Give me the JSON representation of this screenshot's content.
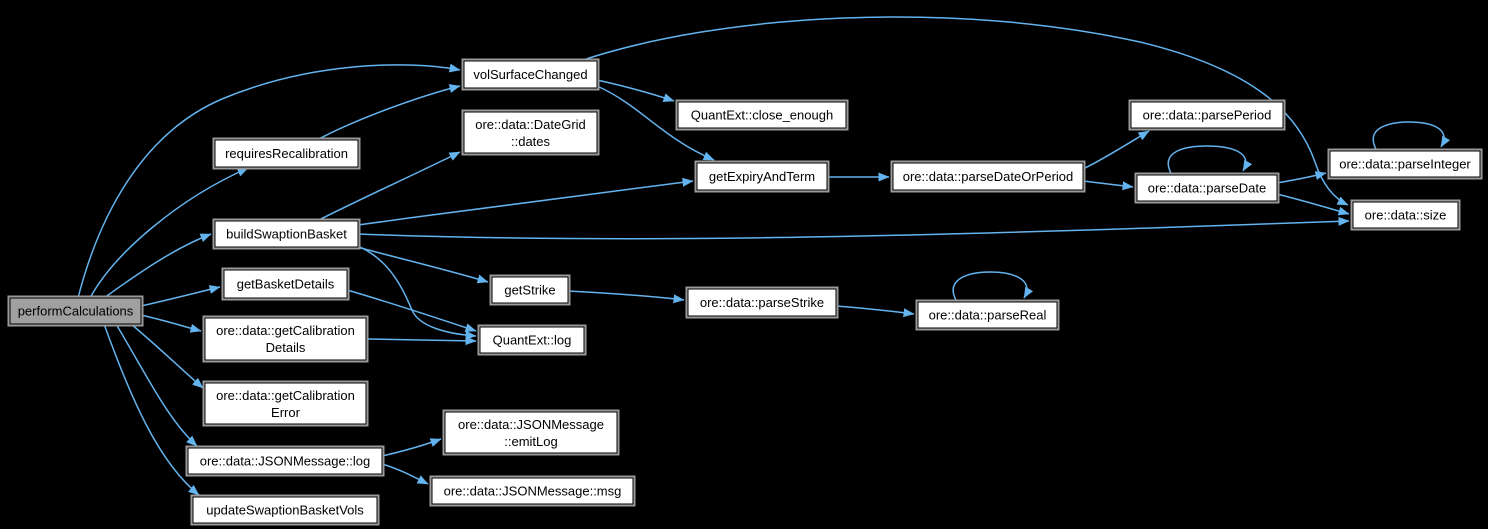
{
  "diagram": {
    "type": "doxygen-call-graph",
    "background": "#000000",
    "edge_color": "#63b3ee",
    "node_fill": "#ffffff",
    "node_border": "#000000",
    "node_shadow": "#9a9a9a",
    "highlight_fill": "#a0a0a0",
    "text_color": "#000000"
  },
  "nodes": {
    "performCalculations": {
      "lines": [
        "performCalculations"
      ],
      "highlighted": true
    },
    "requiresRecalibration": {
      "lines": [
        "requiresRecalibration"
      ]
    },
    "volSurfaceChanged": {
      "lines": [
        "volSurfaceChanged"
      ]
    },
    "dategridDates": {
      "lines": [
        "ore::data::DateGrid",
        "::dates"
      ]
    },
    "buildSwaptionBasket": {
      "lines": [
        "buildSwaptionBasket"
      ]
    },
    "getBasketDetails": {
      "lines": [
        "getBasketDetails"
      ]
    },
    "getCalibrationDetails": {
      "lines": [
        "ore::data::getCalibration",
        "Details"
      ]
    },
    "getCalibrationError": {
      "lines": [
        "ore::data::getCalibration",
        "Error"
      ]
    },
    "jsonLog": {
      "lines": [
        "ore::data::JSONMessage::log"
      ]
    },
    "updateSwaptionBasketVols": {
      "lines": [
        "updateSwaptionBasketVols"
      ]
    },
    "closeEnough": {
      "lines": [
        "QuantExt::close_enough"
      ]
    },
    "getExpiryAndTerm": {
      "lines": [
        "getExpiryAndTerm"
      ]
    },
    "parseDateOrPeriod": {
      "lines": [
        "ore::data::parseDateOrPeriod"
      ]
    },
    "parsePeriod": {
      "lines": [
        "ore::data::parsePeriod"
      ]
    },
    "parseDate": {
      "lines": [
        "ore::data::parseDate"
      ]
    },
    "parseInteger": {
      "lines": [
        "ore::data::parseInteger"
      ]
    },
    "size": {
      "lines": [
        "ore::data::size"
      ]
    },
    "getStrike": {
      "lines": [
        "getStrike"
      ]
    },
    "quantextLog": {
      "lines": [
        "QuantExt::log"
      ]
    },
    "parseStrike": {
      "lines": [
        "ore::data::parseStrike"
      ]
    },
    "parseReal": {
      "lines": [
        "ore::data::parseReal"
      ]
    },
    "emitLog": {
      "lines": [
        "ore::data::JSONMessage",
        "::emitLog"
      ]
    },
    "msg": {
      "lines": [
        "ore::data::JSONMessage::msg"
      ]
    }
  },
  "edges": [
    {
      "from": "performCalculations",
      "to": "volSurfaceChanged"
    },
    {
      "from": "performCalculations",
      "to": "requiresRecalibration"
    },
    {
      "from": "performCalculations",
      "to": "buildSwaptionBasket"
    },
    {
      "from": "performCalculations",
      "to": "getBasketDetails"
    },
    {
      "from": "performCalculations",
      "to": "ore::data::getCalibrationDetails"
    },
    {
      "from": "performCalculations",
      "to": "ore::data::getCalibrationError"
    },
    {
      "from": "performCalculations",
      "to": "ore::data::JSONMessage::log"
    },
    {
      "from": "performCalculations",
      "to": "updateSwaptionBasketVols"
    },
    {
      "from": "requiresRecalibration",
      "to": "volSurfaceChanged"
    },
    {
      "from": "volSurfaceChanged",
      "to": "QuantExt::close_enough"
    },
    {
      "from": "volSurfaceChanged",
      "to": "getExpiryAndTerm"
    },
    {
      "from": "volSurfaceChanged",
      "to": "ore::data::size"
    },
    {
      "from": "buildSwaptionBasket",
      "to": "ore::data::DateGrid::dates"
    },
    {
      "from": "buildSwaptionBasket",
      "to": "getExpiryAndTerm"
    },
    {
      "from": "buildSwaptionBasket",
      "to": "getStrike"
    },
    {
      "from": "buildSwaptionBasket",
      "to": "QuantExt::log"
    },
    {
      "from": "buildSwaptionBasket",
      "to": "ore::data::size"
    },
    {
      "from": "getBasketDetails",
      "to": "QuantExt::log"
    },
    {
      "from": "ore::data::getCalibrationDetails",
      "to": "QuantExt::log"
    },
    {
      "from": "getExpiryAndTerm",
      "to": "ore::data::parseDateOrPeriod"
    },
    {
      "from": "ore::data::parseDateOrPeriod",
      "to": "ore::data::parsePeriod"
    },
    {
      "from": "ore::data::parseDateOrPeriod",
      "to": "ore::data::parseDate"
    },
    {
      "from": "ore::data::parseDate",
      "to": "ore::data::parseDate"
    },
    {
      "from": "ore::data::parseDate",
      "to": "ore::data::parseInteger"
    },
    {
      "from": "ore::data::parseDate",
      "to": "ore::data::size"
    },
    {
      "from": "ore::data::parseInteger",
      "to": "ore::data::parseInteger"
    },
    {
      "from": "getStrike",
      "to": "ore::data::parseStrike"
    },
    {
      "from": "ore::data::parseStrike",
      "to": "ore::data::parseReal"
    },
    {
      "from": "ore::data::parseReal",
      "to": "ore::data::parseReal"
    },
    {
      "from": "ore::data::JSONMessage::log",
      "to": "ore::data::JSONMessage::emitLog"
    },
    {
      "from": "ore::data::JSONMessage::log",
      "to": "ore::data::JSONMessage::msg"
    }
  ]
}
